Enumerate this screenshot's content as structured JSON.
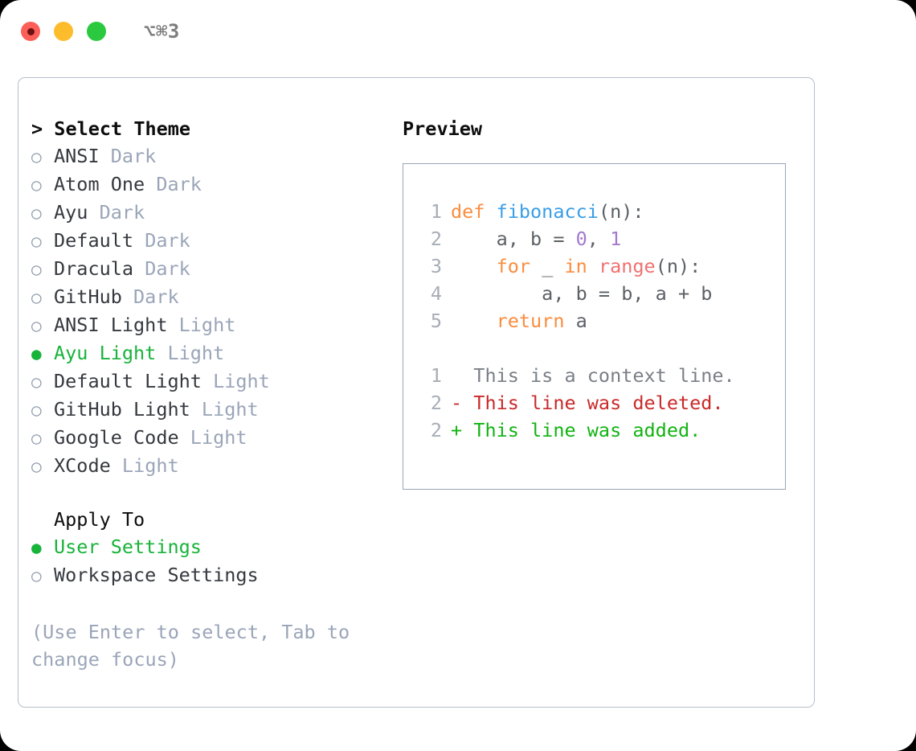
{
  "titlebar": {
    "shortcut": "⌥⌘3",
    "dots": [
      {
        "name": "close",
        "color": "#fc5f58"
      },
      {
        "name": "minimize",
        "color": "#fdbc2c"
      },
      {
        "name": "maximize",
        "color": "#2bc940"
      }
    ]
  },
  "theme_section": {
    "header": "> Select Theme",
    "items": [
      {
        "marker": "○",
        "label": "ANSI",
        "suffix": "Dark",
        "selected": false
      },
      {
        "marker": "○",
        "label": "Atom One",
        "suffix": "Dark",
        "selected": false
      },
      {
        "marker": "○",
        "label": "Ayu",
        "suffix": "Dark",
        "selected": false
      },
      {
        "marker": "○",
        "label": "Default",
        "suffix": "Dark",
        "selected": false
      },
      {
        "marker": "○",
        "label": "Dracula",
        "suffix": "Dark",
        "selected": false
      },
      {
        "marker": "○",
        "label": "GitHub",
        "suffix": "Dark",
        "selected": false
      },
      {
        "marker": "○",
        "label": "ANSI Light",
        "suffix": "Light",
        "selected": false
      },
      {
        "marker": "●",
        "label": "Ayu Light",
        "suffix": "Light",
        "selected": true
      },
      {
        "marker": "○",
        "label": "Default Light",
        "suffix": "Light",
        "selected": false
      },
      {
        "marker": "○",
        "label": "GitHub Light",
        "suffix": "Light",
        "selected": false
      },
      {
        "marker": "○",
        "label": "Google Code",
        "suffix": "Light",
        "selected": false
      },
      {
        "marker": "○",
        "label": "XCode",
        "suffix": "Light",
        "selected": false
      }
    ]
  },
  "apply_section": {
    "header": "Apply To",
    "items": [
      {
        "marker": "●",
        "label": "User Settings",
        "suffix": "",
        "selected": true
      },
      {
        "marker": "○",
        "label": "Workspace Settings",
        "suffix": "",
        "selected": false
      }
    ]
  },
  "help": {
    "text": "(Use Enter to select, Tab to change focus)"
  },
  "preview": {
    "title": "Preview",
    "code_lines": [
      {
        "n": "1",
        "tokens": [
          {
            "t": "def ",
            "c": "kw"
          },
          {
            "t": "fibonacci",
            "c": "fn"
          },
          {
            "t": "(n):",
            "c": "pl"
          }
        ]
      },
      {
        "n": "2",
        "tokens": [
          {
            "t": "    a, b = ",
            "c": "pl"
          },
          {
            "t": "0",
            "c": "num"
          },
          {
            "t": ", ",
            "c": "pl"
          },
          {
            "t": "1",
            "c": "num"
          }
        ]
      },
      {
        "n": "3",
        "tokens": [
          {
            "t": "    ",
            "c": "pl"
          },
          {
            "t": "for",
            "c": "kw"
          },
          {
            "t": " _ ",
            "c": "pl"
          },
          {
            "t": "in",
            "c": "kw"
          },
          {
            "t": " ",
            "c": "pl"
          },
          {
            "t": "range",
            "c": "bi"
          },
          {
            "t": "(n):",
            "c": "pl"
          }
        ]
      },
      {
        "n": "4",
        "tokens": [
          {
            "t": "        a, b = b, a + b",
            "c": "pl"
          }
        ]
      },
      {
        "n": "5",
        "tokens": [
          {
            "t": "    ",
            "c": "pl"
          },
          {
            "t": "return",
            "c": "kw"
          },
          {
            "t": " a",
            "c": "pl"
          }
        ]
      }
    ],
    "diff_lines": [
      {
        "n": "1",
        "sign": " ",
        "text": " This is a context line.",
        "kind": "ctx"
      },
      {
        "n": "2",
        "sign": "-",
        "text": " This line was deleted.",
        "kind": "del"
      },
      {
        "n": "2",
        "sign": "+",
        "text": " This line was added.",
        "kind": "add"
      }
    ]
  },
  "colors": {
    "accent_green": "#18b33a",
    "muted": "#9aa5b8",
    "keyword": "#fa8d3e",
    "function": "#399ee6",
    "number": "#a37acc",
    "builtin": "#f07171",
    "diff_delete": "#c92a2a",
    "diff_add": "#12b312",
    "border": "#9aa5b8"
  }
}
